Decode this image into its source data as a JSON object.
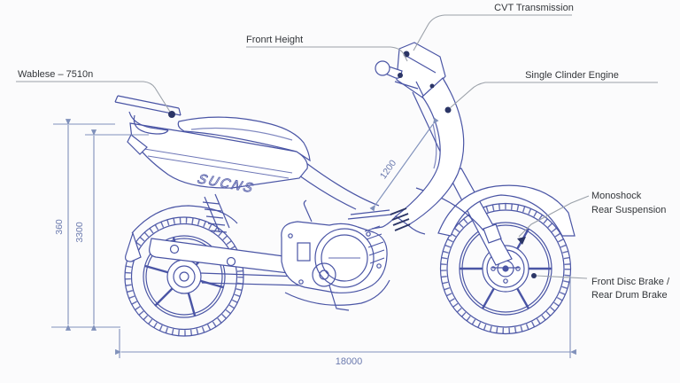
{
  "diagram": {
    "type": "motorcycle-blueprint",
    "callouts": {
      "cvt_transmission": "CVT Transmission",
      "front_height": "Fronrt Height",
      "wheelbase": "Wablese – 7510n",
      "engine": "Single Clinder Engine",
      "monoshock_line1": "Monoshock",
      "monoshock_line2": "Rear Suspension",
      "brakes_line1": "Front Disc Brake /",
      "brakes_line2": "Rear Drum Brake"
    },
    "dimensions": {
      "height_outer": "360",
      "height_inner": "3300",
      "diagonal": "1200",
      "length": "18000"
    },
    "decal_text": "SUCNS",
    "colors": {
      "background": "#fbfbfc",
      "line": "#4a55a5",
      "line_light": "#8a92c6",
      "dark_accent": "#2b3566",
      "dimension": "#8091bb",
      "dimension_text": "#6b7aae",
      "callout_line": "#9ba1a9",
      "label_text": "#33363a"
    }
  }
}
